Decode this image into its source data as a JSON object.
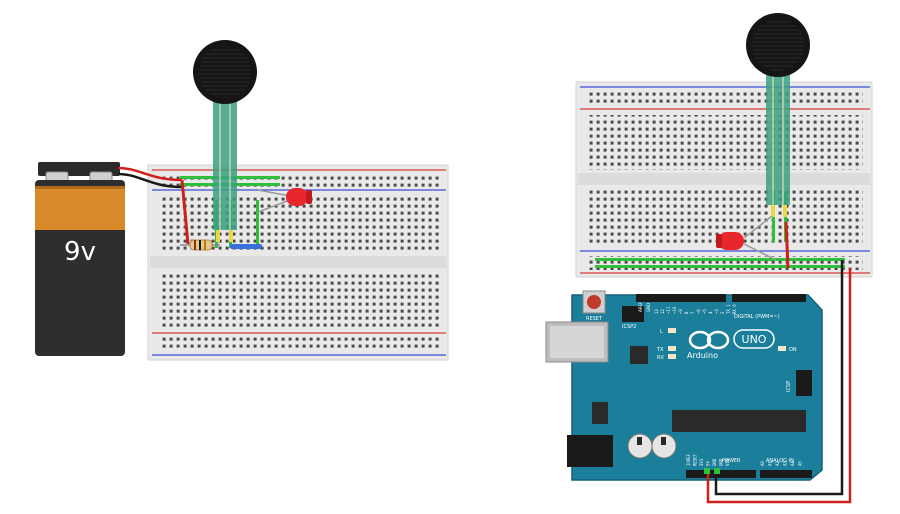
{
  "battery": {
    "label": "9v"
  },
  "arduino": {
    "reset_label": "RESET",
    "icsp2_label": "ICSP2",
    "icsp_label": "ICSP",
    "l_label": "L",
    "tx_label": "TX",
    "rx_label": "RX",
    "on_label": "ON",
    "brand_label": "Arduino",
    "model_label": "UNO",
    "digital_label": "DIGITAL (PWM=~)",
    "power_label": "POWER",
    "analog_label": "ANALOG IN",
    "aref_label": "AREF",
    "gnd_top_label": "GND",
    "digital_pins": [
      "13",
      "12",
      "~11",
      "~10",
      "~9",
      "8",
      "7",
      "~6",
      "~5",
      "4",
      "~3",
      "2",
      "TX 1",
      "RX 0"
    ],
    "power_pins": [
      "IOREF",
      "RESET",
      "3V3",
      "5V",
      "GND",
      "GND",
      "VIN"
    ],
    "analog_pins": [
      "A0",
      "A1",
      "A2",
      "A3",
      "A4",
      "A5"
    ]
  },
  "colors": {
    "board_blue": "#1b7f9c",
    "breadboard": "#e9e9e9",
    "wire_red": "#d0201b",
    "wire_black": "#1a1a1a",
    "led_red": "#e8262b",
    "sensor_strip": "#3aa080",
    "rail_red": "#d83a3a",
    "rail_blue": "#3a4ed8"
  }
}
